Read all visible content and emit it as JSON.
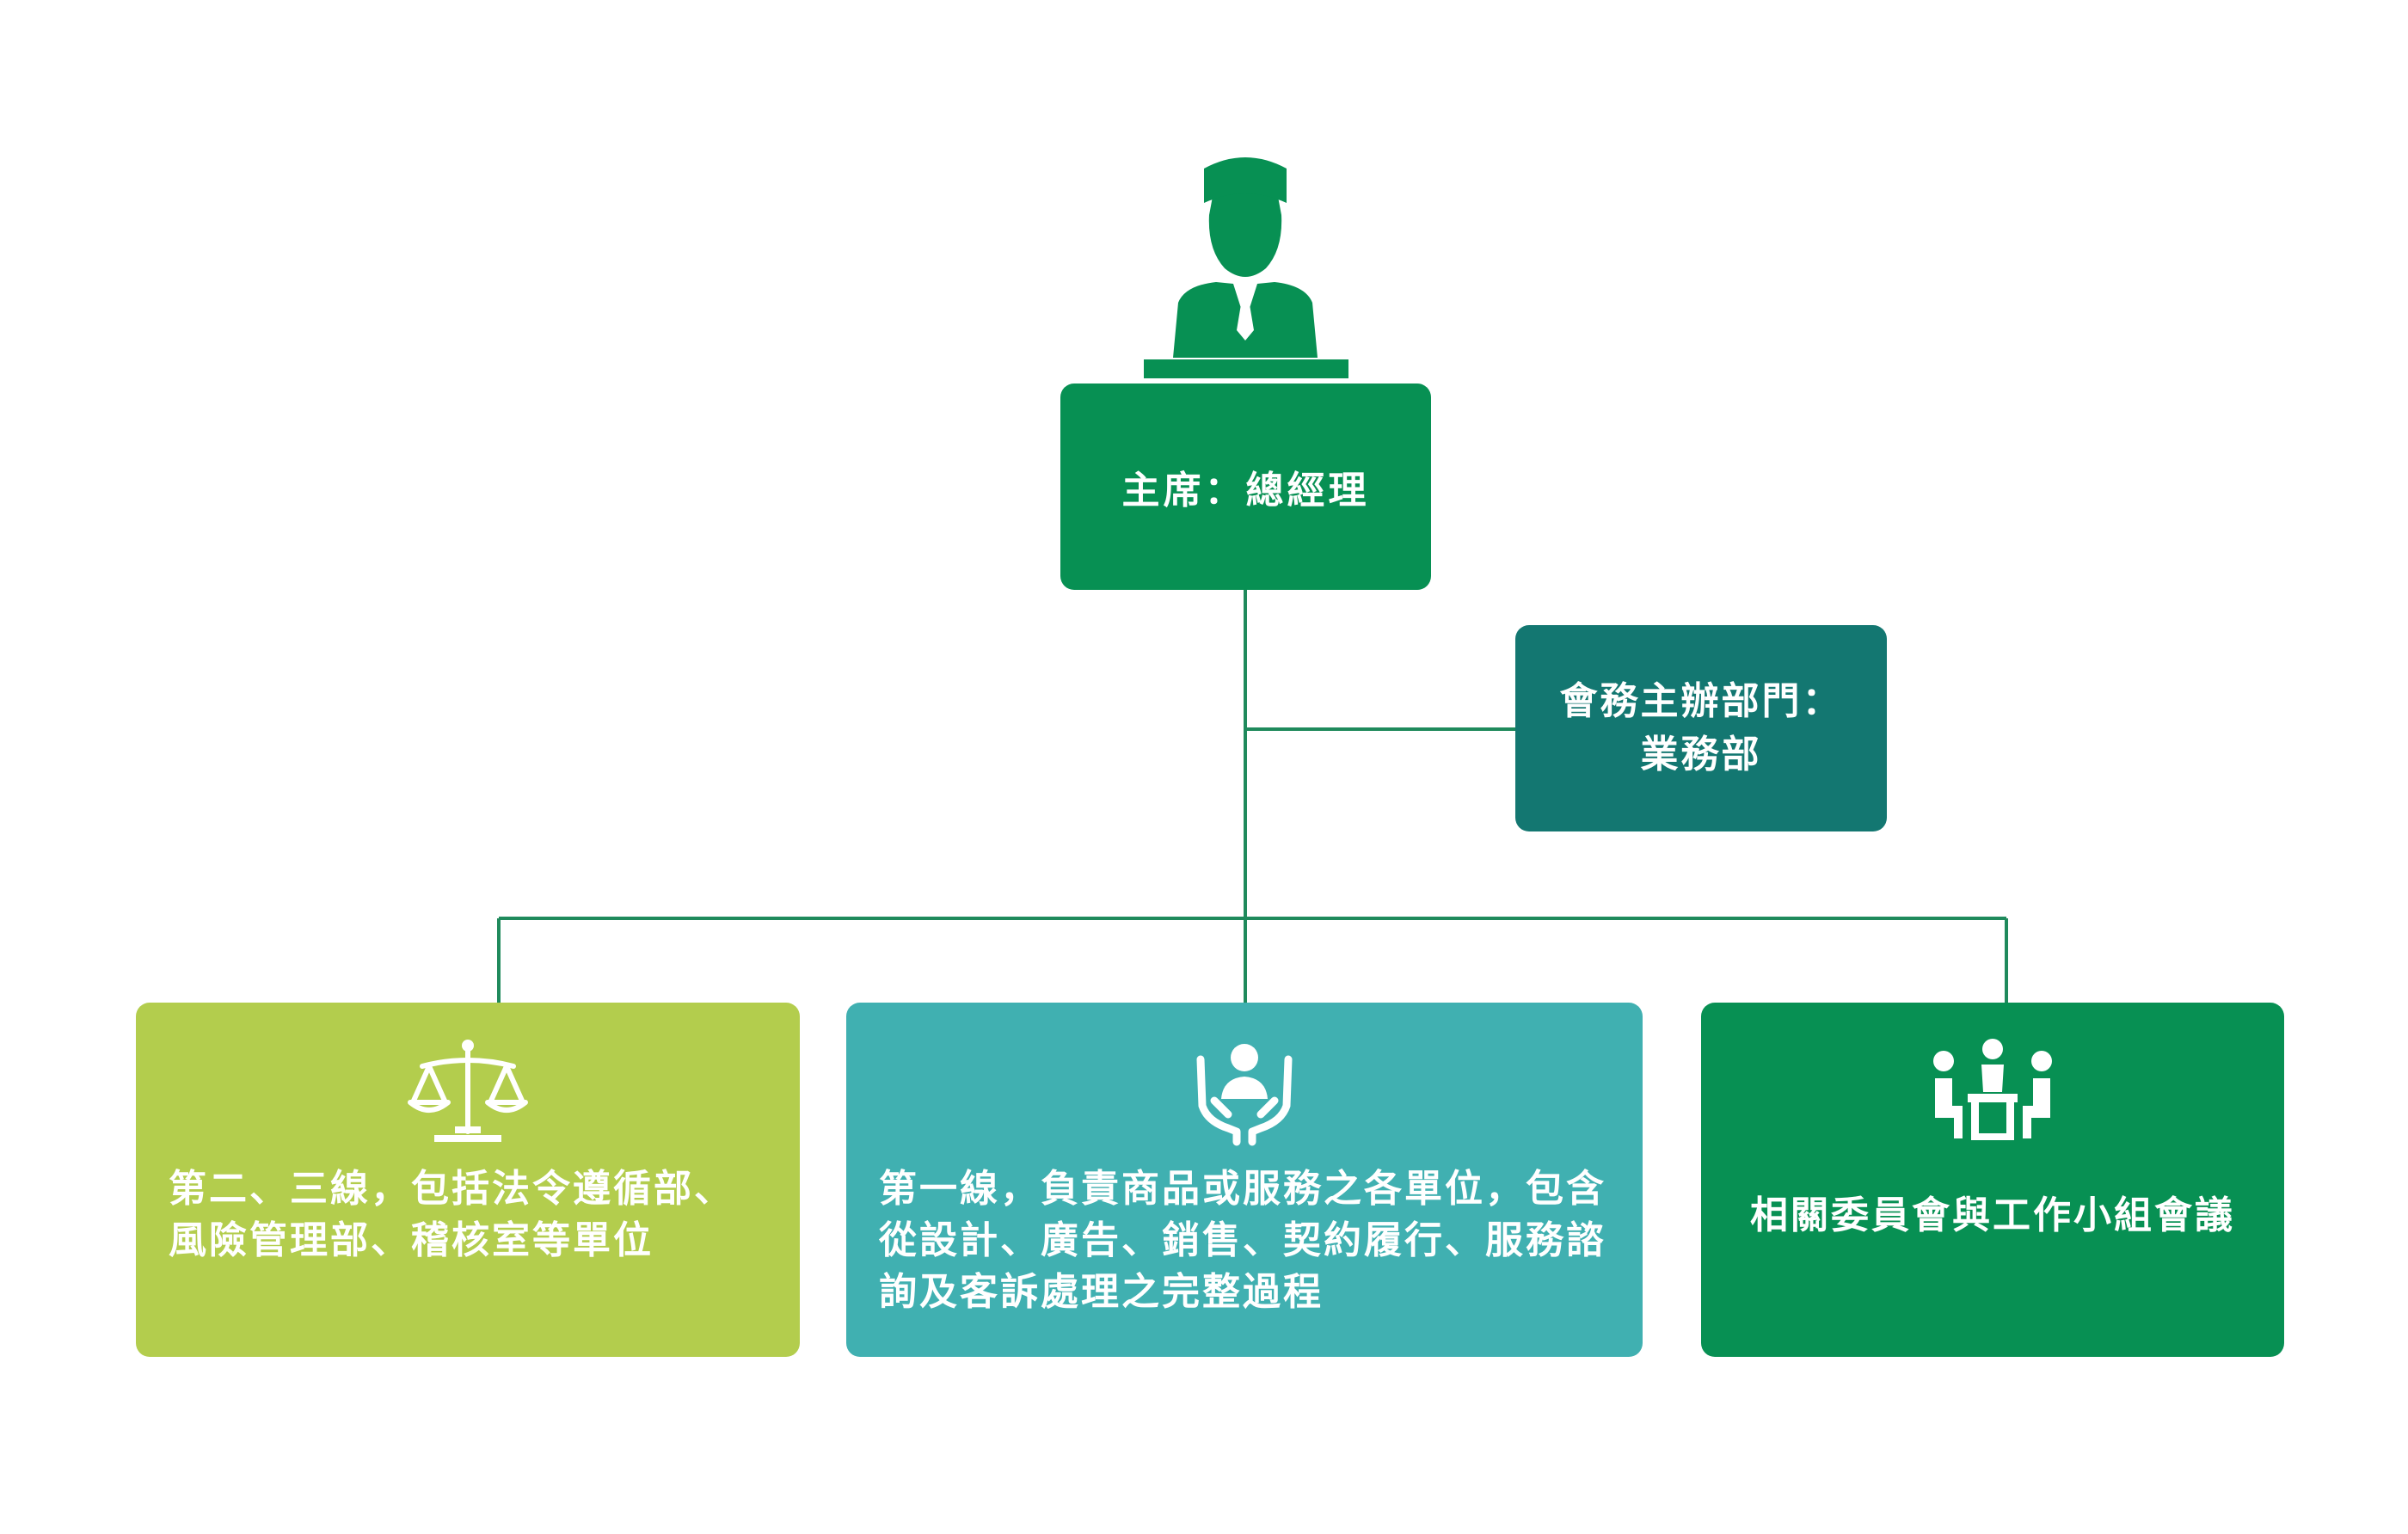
{
  "colors": {
    "background": "#ffffff",
    "connector": "#1f8a5c",
    "chair": "#079053",
    "secretariat": "#137771",
    "unit_lines_2_3": "#b3cd4d",
    "unit_line_1": "#40b0b1",
    "unit_committees": "#079053",
    "icon": "#ffffff"
  },
  "chair": {
    "icon": "chairman-at-podium-icon",
    "label": "主席：總經理"
  },
  "secretariat": {
    "line1": "會務主辦部門：",
    "line2": "業務部"
  },
  "units": [
    {
      "icon": "scales-of-justice-icon",
      "text": "第二、三線，包括法令遵循部、風險管理部、稽核室等單位"
    },
    {
      "icon": "hands-holding-person-icon",
      "text": "第一線，負責商品或服務之各單位，包含從設計、廣告、銷售、契約履行、服務諮詢及客訴處理之完整過程"
    },
    {
      "icon": "meeting-table-icon",
      "text": "相關委員會與工作小組會議"
    }
  ]
}
